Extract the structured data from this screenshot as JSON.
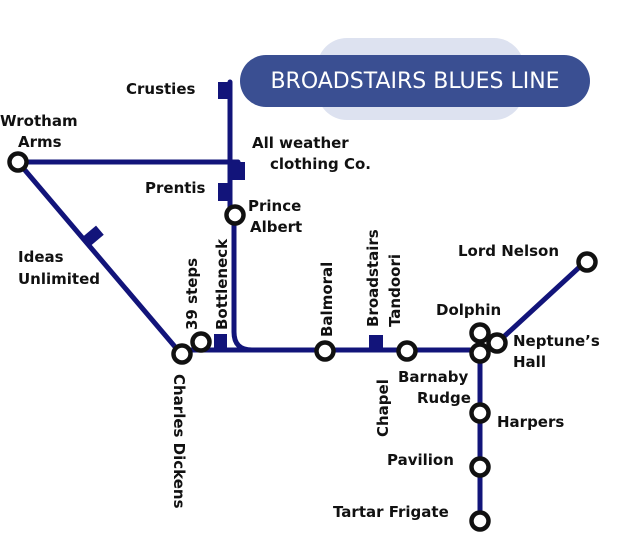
{
  "banner": {
    "title": "BROADSTAIRS BLUES LINE"
  },
  "colors": {
    "line": "#12147a",
    "banner_fill": "#3a4f92",
    "banner_halo": "#dde2f0",
    "station_stroke": "#111111",
    "station_fill": "#ffffff",
    "text": "#111111"
  },
  "stations": {
    "crusties": "Crusties",
    "wrotham_1": "Wrotham",
    "wrotham_2": "Arms",
    "all_weather_1": "All weather",
    "all_weather_2": "clothing Co.",
    "prentis": "Prentis",
    "prince_1": "Prince",
    "prince_2": "Albert",
    "ideas_1": "Ideas",
    "ideas_2": "Unlimited",
    "steps": "39 steps",
    "bottleneck": "Bottleneck",
    "balmoral": "Balmoral",
    "broadstairs": "Broadstairs",
    "tandoori": "Tandoori",
    "lord_nelson": "Lord Nelson",
    "dolphin": "Dolphin",
    "neptune_1": "Neptune’s",
    "neptune_2": "Hall",
    "charles_dickens": "Charles Dickens",
    "chapel": "Chapel",
    "barnaby_1": "Barnaby",
    "barnaby_2": "Rudge",
    "harpers": "Harpers",
    "pavilion": "Pavilion",
    "tartar": "Tartar Frigate"
  }
}
